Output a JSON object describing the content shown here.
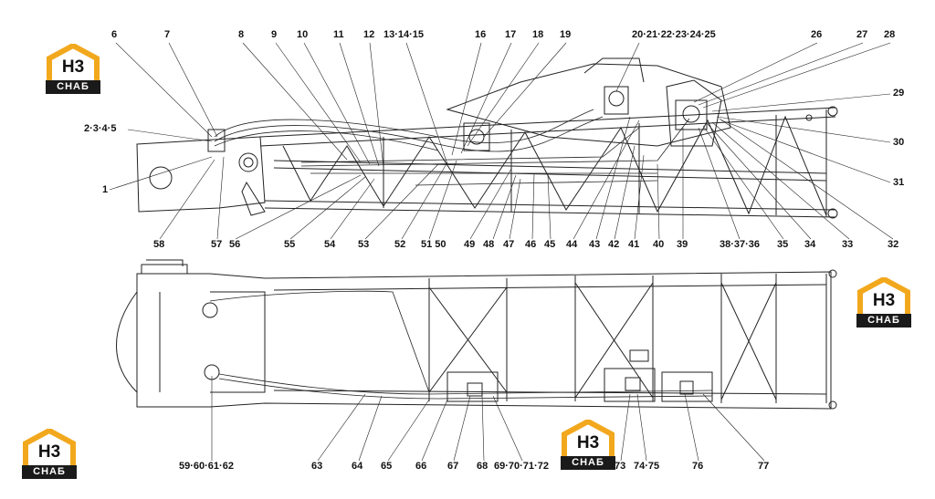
{
  "logo": {
    "mark": "H3",
    "sub": "CHAБ",
    "accent": "#f2a81d"
  },
  "labels": {
    "l6": "6",
    "l7": "7",
    "l8": "8",
    "l9": "9",
    "l10": "10",
    "l11": "11",
    "l12": "12",
    "l13_15": "13·14·15",
    "l16": "16",
    "l17": "17",
    "l18": "18",
    "l19": "19",
    "l20_25": "20·21·22·23·24·25",
    "l26": "26",
    "l27": "27",
    "l28": "28",
    "l29": "29",
    "l2_5": "2·3·4·5",
    "l30": "30",
    "l1": "1",
    "l31": "31",
    "l58": "58",
    "l57": "57",
    "l56": "56",
    "l55": "55",
    "l54": "54",
    "l53": "53",
    "l52": "52",
    "l51_50": "51 50",
    "l49": "49",
    "l48": "48",
    "l47": "47",
    "l46": "46",
    "l45": "45",
    "l44": "44",
    "l43": "43",
    "l42": "42",
    "l41": "41",
    "l40": "40",
    "l39": "39",
    "l38_36": "38·37·36",
    "l35": "35",
    "l34": "34",
    "l33": "33",
    "l32": "32",
    "l59_62": "59·60·61·62",
    "l63": "63",
    "l64": "64",
    "l65": "65",
    "l66": "66",
    "l67": "67",
    "l68": "68",
    "l69_72": "69·70·71·72",
    "l73": "73",
    "l74_75": "74·75",
    "l76": "76",
    "l77": "77"
  }
}
